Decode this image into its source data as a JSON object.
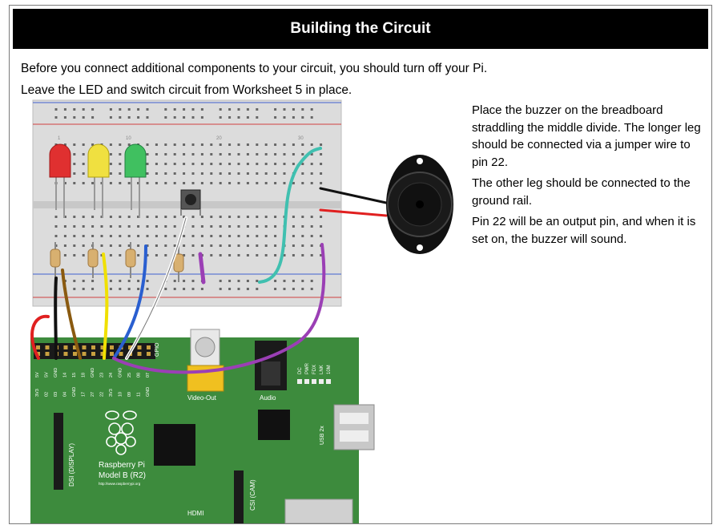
{
  "header": {
    "title": "Building the Circuit"
  },
  "intro": {
    "line1": "Before you connect additional components to your circuit, you should turn off your Pi.",
    "line2": "Leave the LED and switch circuit from Worksheet 5 in place."
  },
  "instructions": [
    "Place the buzzer on the breadboard straddling the middle divide.  The longer leg should be connected via a jumper wire to pin 22.",
    "The other leg should be connected to the ground rail.",
    "Pin 22 will be an output pin, and when it is set on, the buzzer will sound."
  ],
  "board": {
    "gpio_label": "GPIO",
    "video_label": "Video-Out",
    "audio_label": "Audio",
    "model_line1": "Raspberry Pi",
    "model_line2": "Model B (R2)",
    "website": "http://www.raspberrypi.org",
    "dsi_label": "DSI (DISPLAY)",
    "csi_label": "CSI (CAM)",
    "hdmi_label": "HDMI",
    "usb_label": "USB 2x",
    "leds": [
      "DC",
      "PWR",
      "FDX",
      "LNK",
      "10M"
    ],
    "pin_labels_top": [
      "5V",
      "5V",
      "GND",
      "14",
      "15",
      "18",
      "GND",
      "23",
      "24",
      "GND",
      "25",
      "08",
      "07"
    ],
    "pin_labels_bottom": [
      "3V3",
      "02",
      "03",
      "04",
      "GND",
      "17",
      "27",
      "22",
      "3V3",
      "10",
      "09",
      "11",
      "GND"
    ]
  },
  "breadboard": {
    "col_numbers": [
      "1",
      "10",
      "20",
      "30"
    ]
  },
  "colors": {
    "header_bg": "#000000",
    "pcb_green": "#3d8b3d",
    "breadboard": "#dcdcdc",
    "wire_red": "#e02020",
    "wire_black": "#111111",
    "wire_brown": "#8a5a10",
    "wire_yellow": "#f0e000",
    "wire_blue": "#2a5fd0",
    "wire_white": "#ffffff",
    "wire_purple": "#9b3fb5",
    "wire_teal": "#40c0b0",
    "led_red": "#e03030",
    "led_yellow": "#f0e040",
    "led_green": "#40c060"
  }
}
